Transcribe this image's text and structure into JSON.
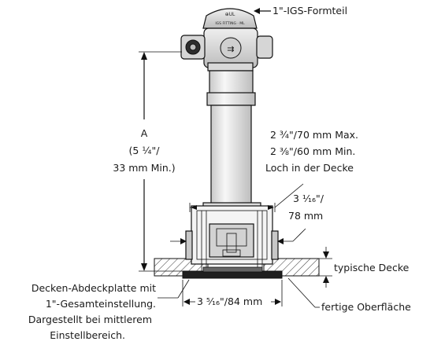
{
  "labels": {
    "fitting": "1\"-IGS-Formteil",
    "dim_a_letter": "A",
    "dim_a_value": "(5 ¼\"/",
    "dim_a_min": "33 mm Min.)",
    "hole_max": "2 ¾\"/70 mm Max.",
    "hole_min": "2 ⅜\"/60 mm Min.",
    "hole_desc": "Loch in der Decke",
    "width_imperial": "3 ¹⁄₁₆\"/",
    "width_metric": "78 mm",
    "ceiling_typical": "typische Decke",
    "plate_line1": "Decken-Abdeckplatte mit",
    "plate_line2": "1\"-Gesamteinstellung.",
    "plate_line3": "Dargestellt bei mittlerem",
    "plate_line4": "Einstellbereich.",
    "plate_width": "3 ⁵⁄₁₆\"/84 mm",
    "finished_surface": "fertige Oberfläche"
  },
  "colors": {
    "outline": "#111111",
    "body_fill": "#f2f2f2",
    "dark_fill": "#3a3a3a",
    "hatch": "#444444"
  }
}
